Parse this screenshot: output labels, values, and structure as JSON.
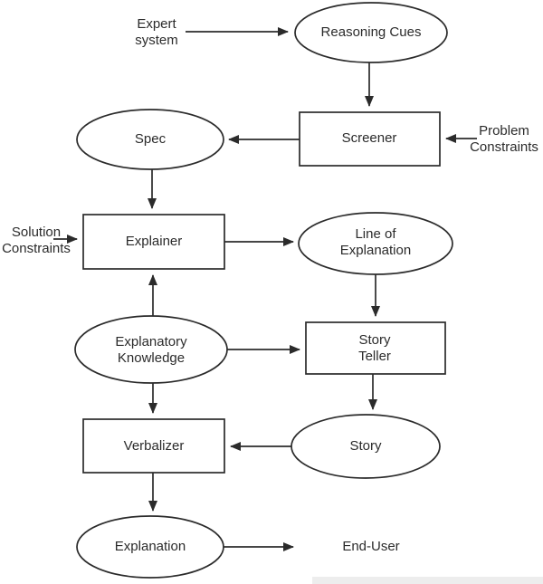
{
  "diagram": {
    "title_implied": "Expert system explanation pipeline flowchart",
    "colors": {
      "background": "#ffffff",
      "stroke": "#2b2b2b",
      "text": "#2b2b2b",
      "footer_strip": "#ededed"
    },
    "nodes": {
      "expert_system": {
        "line1": "Expert",
        "line2": "system",
        "shape": "text"
      },
      "reasoning_cues": {
        "label": "Reasoning Cues",
        "shape": "ellipse"
      },
      "screener": {
        "label": "Screener",
        "shape": "rect"
      },
      "problem_constraints": {
        "line1": "Problem",
        "line2": "Constraints",
        "shape": "text"
      },
      "spec": {
        "label": "Spec",
        "shape": "ellipse"
      },
      "solution_constraints": {
        "line1": "Solution",
        "line2": "Constraints",
        "shape": "text"
      },
      "explainer": {
        "label": "Explainer",
        "shape": "rect"
      },
      "line_of_explanation": {
        "line1": "Line of",
        "line2": "Explanation",
        "shape": "ellipse"
      },
      "explanatory_knowledge": {
        "line1": "Explanatory",
        "line2": "Knowledge",
        "shape": "ellipse"
      },
      "story_teller": {
        "line1": "Story",
        "line2": "Teller",
        "shape": "rect"
      },
      "verbalizer": {
        "label": "Verbalizer",
        "shape": "rect"
      },
      "story": {
        "label": "Story",
        "shape": "ellipse"
      },
      "explanation": {
        "label": "Explanation",
        "shape": "ellipse"
      },
      "end_user": {
        "label": "End-User",
        "shape": "text"
      }
    },
    "edges": [
      {
        "from": "Expert system",
        "to": "Reasoning Cues"
      },
      {
        "from": "Reasoning Cues",
        "to": "Screener"
      },
      {
        "from": "Problem Constraints",
        "to": "Screener"
      },
      {
        "from": "Screener",
        "to": "Spec"
      },
      {
        "from": "Spec",
        "to": "Explainer"
      },
      {
        "from": "Solution Constraints",
        "to": "Explainer"
      },
      {
        "from": "Explainer",
        "to": "Line of Explanation"
      },
      {
        "from": "Line of Explanation",
        "to": "Story Teller"
      },
      {
        "from": "Explanatory Knowledge",
        "to": "Explainer"
      },
      {
        "from": "Explanatory Knowledge",
        "to": "Story Teller"
      },
      {
        "from": "Explanatory Knowledge",
        "to": "Verbalizer"
      },
      {
        "from": "Story Teller",
        "to": "Story"
      },
      {
        "from": "Story",
        "to": "Verbalizer"
      },
      {
        "from": "Verbalizer",
        "to": "Explanation"
      },
      {
        "from": "Explanation",
        "to": "End-User"
      }
    ]
  }
}
